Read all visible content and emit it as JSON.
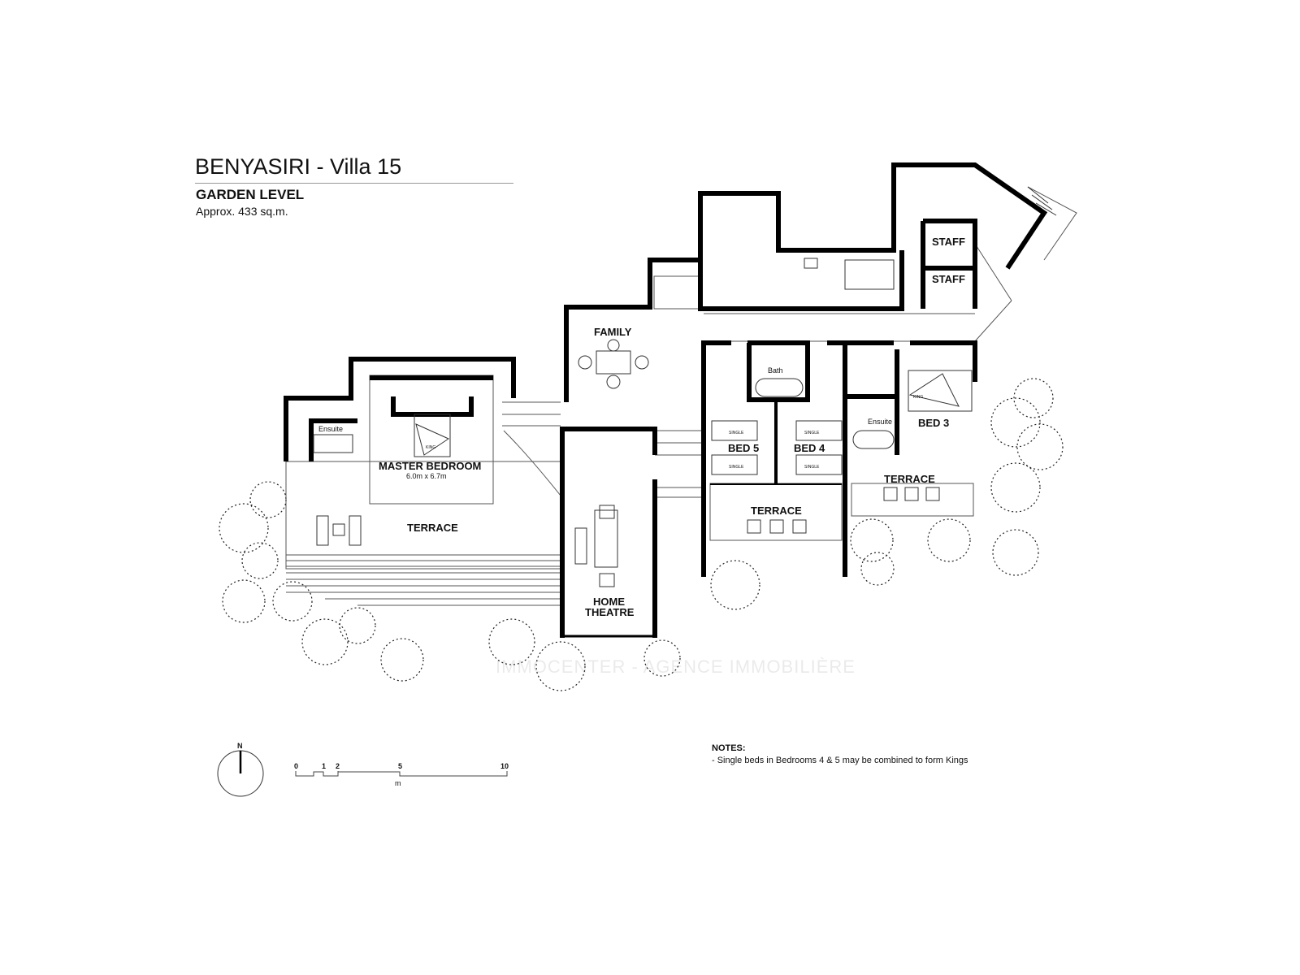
{
  "header": {
    "title": "BENYASIRI - Villa 15",
    "level": "GARDEN LEVEL",
    "area": "Approx. 433 sq.m."
  },
  "rooms": {
    "family": "FAMILY",
    "master_bedroom": "MASTER BEDROOM",
    "master_dims": "6.0m x 6.7m",
    "king": "KING",
    "ensuite": "Ensuite",
    "terrace": "TERRACE",
    "home_theatre_1": "HOME",
    "home_theatre_2": "THEATRE",
    "staff": "STAFF",
    "bath": "Bath",
    "bed5": "BED 5",
    "bed4": "BED 4",
    "bed3": "BED 3",
    "single": "SINGLE"
  },
  "compass": {
    "north": "N"
  },
  "scale": {
    "ticks": [
      "0",
      "1",
      "2",
      "5",
      "10"
    ],
    "unit": "m"
  },
  "notes": {
    "heading": "NOTES:",
    "items": [
      "- Single beds in Bedrooms 4 & 5 may be combined to form Kings"
    ]
  },
  "watermark": "IMMOCENTER - AGENCE IMMOBILIÈRE",
  "colors": {
    "wall": "#000000",
    "line": "#555555",
    "background": "#ffffff"
  }
}
